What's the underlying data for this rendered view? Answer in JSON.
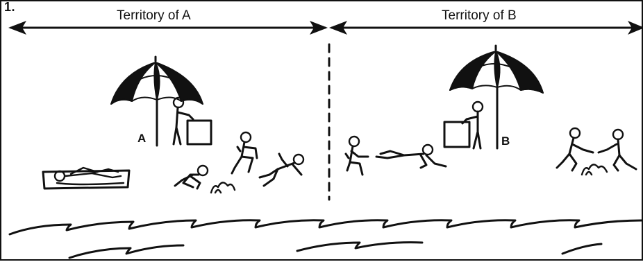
{
  "figure": {
    "number": "1."
  },
  "territories": {
    "a": {
      "label": "Territory of A"
    },
    "b": {
      "label": "Territory of B"
    }
  },
  "zones": {
    "a": {
      "label": "A"
    },
    "b": {
      "label": "B"
    }
  }
}
